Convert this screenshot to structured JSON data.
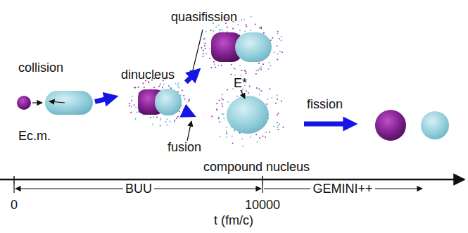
{
  "diagram": {
    "nodes": [
      {
        "text": [
          "collision",
          "Ec.m."
        ]
      },
      {
        "text": [
          "dinucleus"
        ]
      },
      {
        "text": [
          "quasifission"
        ]
      },
      {
        "text": [
          "compound nucleus"
        ]
      }
    ],
    "edges": [
      {
        "from": 0,
        "to": 1,
        "arrow": "to"
      },
      {
        "from": 1,
        "to": 2,
        "arrow": "to"
      },
      {
        "from": 1,
        "to": 3,
        "label": "fusion",
        "arrow": "to"
      }
    ],
    "labels": [
      "E*",
      "fission",
      "BUU",
      "GEMINI++",
      "0",
      "10000",
      "t (fm/c)"
    ]
  }
}
